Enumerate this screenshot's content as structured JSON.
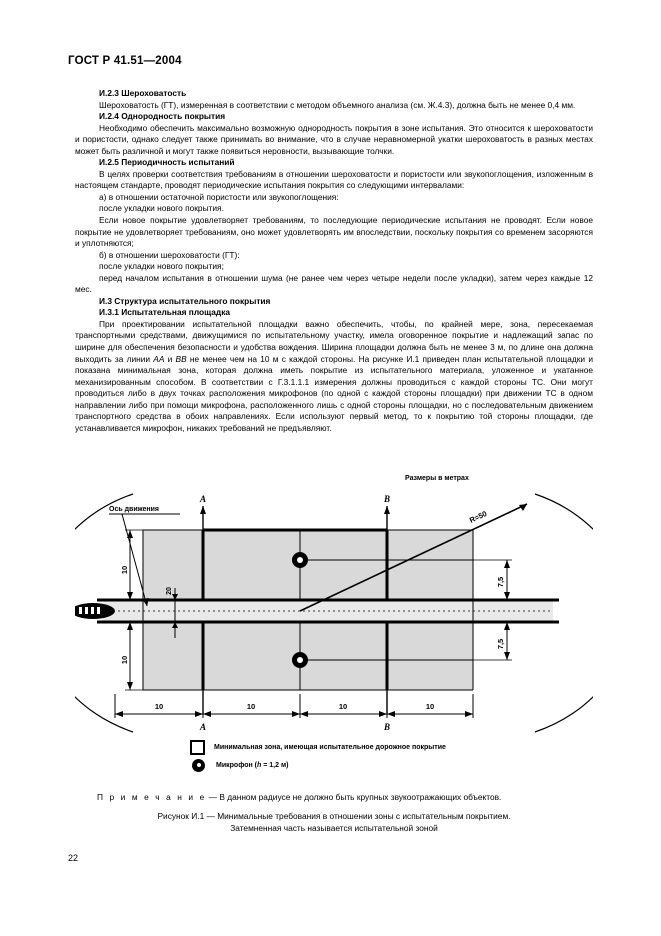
{
  "document": {
    "header": "ГОСТ Р 41.51—2004",
    "page_number": "22"
  },
  "sections": {
    "h_2_3": "И.2.3  Шероховатость",
    "p_2_3": "Шероховатость (ГТ), измеренная в соответствии с методом объемного анализа (см. Ж.4.3), должна быть не менее 0,4 мм.",
    "h_2_4": "И.2.4  Однородность покрытия",
    "p_2_4": "Необходимо обеспечить максимально возможную однородность покрытия в зоне испытания. Это относится к шероховатости и пористости, однако следует также принимать во внимание, что в случае неравномерной укатки шероховатость в разных местах может быть различной и могут также появиться неровности, вызывающие толчки.",
    "h_2_5": "И.2.5  Периодичность испытаний",
    "p_2_5": "В целях проверки соответствия требованиям в отношении шероховатости и пористости или звукопоглощения, изложенным в настоящем стандарте, проводят периодические испытания покрытия со следующими интервалами:",
    "item_a": "а)  в отношении остаточной пористости или звукопоглощения:",
    "item_a_1": "после укладки нового покрытия.",
    "item_a_2": "Если новое покрытие удовлетворяет требованиям, то последующие периодические испытания не проводят. Если новое покрытие не удовлетворяет требованиям, оно может удовлетворять им впоследствии, поскольку покрытия со временем засоряются и уплотняются;",
    "item_b": "б)  в отношении шероховатости (ГТ):",
    "item_b_1": "после укладки нового покрытия;",
    "item_b_2": "перед началом испытания в отношении шума (не ранее чем через четыре недели после укладки), затем через каждые 12 мес.",
    "h_3": "И.3  Структура испытательного покрытия",
    "h_3_1": "И.3.1  Испытательная площадка",
    "p_3_1_pre": "При проектировании испытательной площадки важно обеспечить, чтобы, по крайней мере, зона, пересекаемая транспортными средствами, движущимися по испытательному участку, имела оговоренное покрытие и надлежащий запас по ширине для обеспечения безопасности и удобства вождения. Ширина площадки должна быть не менее 3 м, по длине она должна выходить за линии ",
    "p_3_1_aa": "АА",
    "p_3_1_mid": " и ",
    "p_3_1_bb": "ВВ",
    "p_3_1_post": " не менее чем на 10 м с каждой стороны. На рисунке И.1 приведен план испытательной площадки и показана минимальная зона, которая должна иметь покрытие из испытательного материала, уложенное и укатанное механизированным способом. В соответствии с Г.3.1.1.1 измерения должны проводиться с каждой стороны ТС. Они могут проводиться либо в двух точках расположения микрофонов (по одной с каждой стороны площадки) при движении ТС в одном направлении либо при помощи микрофона, расположенного лишь с одной стороны площадки, но с последовательным движением транспортного средства в обоих направлениях. Если используют первый метод, то к покрытию той стороны площадки, где устанавливается микрофон, никаких требований не предъявляют."
  },
  "figure": {
    "units_label": "Размеры в метрах",
    "axis_label": "Ось движения",
    "radius_label": "R=50",
    "line_a_top": "A",
    "line_b_top": "B",
    "line_a_bottom": "A",
    "line_b_bottom": "B",
    "dim_vertical_top": "10",
    "dim_vertical_bottom": "10",
    "dim_lane_width": "20",
    "dim_right_top": "7,5",
    "dim_right_bottom": "7,5",
    "dims_bottom": [
      "10",
      "10",
      "10",
      "10"
    ],
    "legend": [
      {
        "icon": "square-swatch-icon",
        "text": "Минимальная зона, имеющая испытательное дорожное покрытие"
      },
      {
        "icon": "microphone-icon",
        "text_plain": "Микрофон (h = 1,2 м)",
        "text_pre": "Микрофон (",
        "text_italic": "h",
        "text_post": " = 1,2 м)"
      }
    ]
  },
  "note": {
    "label": "П р и м е ч а н и е",
    "dash": " — ",
    "text": "В данном радиусе не должно быть крупных звукоотражающих объектов."
  },
  "caption": {
    "line1": "Рисунок И.1 — Минимальные требования в отношении зоны с испытательным покрытием.",
    "line2": "Затемненная часть называется испытательной зоной"
  },
  "colors": {
    "ink": "#000000",
    "paper": "#ffffff",
    "zone_fill": "#d9d9d9"
  }
}
